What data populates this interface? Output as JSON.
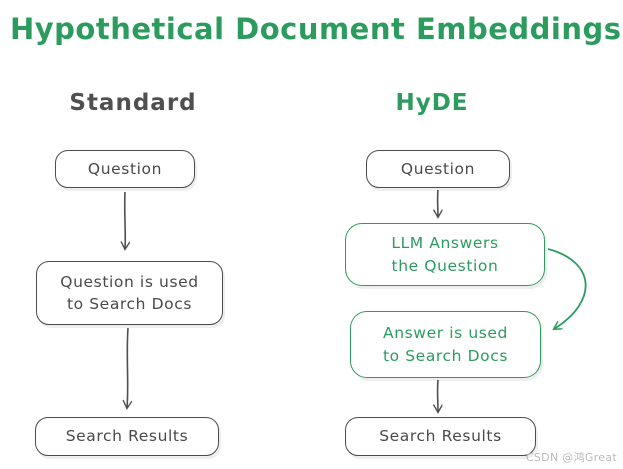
{
  "title": "Hypothetical Document Embeddings",
  "columns": {
    "standard": {
      "heading": "Standard",
      "question": "Question",
      "search_docs": "Question is used\nto Search Docs",
      "results": "Search Results"
    },
    "hyde": {
      "heading": "HyDE",
      "question": "Question",
      "llm_answers": "LLM Answers\nthe Question",
      "answer_search": "Answer is used\nto Search Docs",
      "results": "Search Results"
    }
  },
  "watermark": "CSDN @鸿Great",
  "colors": {
    "accent_green": "#2c9c5e",
    "stroke_gray": "#4b4b4b"
  }
}
